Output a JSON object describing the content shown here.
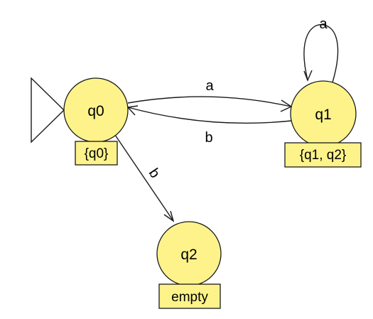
{
  "states": [
    {
      "id": "q0",
      "label": "q0",
      "set": "{q0}",
      "initial": true
    },
    {
      "id": "q1",
      "label": "q1",
      "set": "{q1, q2}",
      "initial": false
    },
    {
      "id": "q2",
      "label": "q2",
      "set": "empty",
      "initial": false
    }
  ],
  "transitions": [
    {
      "from": "q0",
      "to": "q1",
      "symbol": "a"
    },
    {
      "from": "q1",
      "to": "q0",
      "symbol": "b"
    },
    {
      "from": "q1",
      "to": "q1",
      "symbol": "a"
    },
    {
      "from": "q0",
      "to": "q2",
      "symbol": "b"
    }
  ],
  "colors": {
    "state_fill": "#fdf38a",
    "stroke": "#1a1a1a",
    "background": "#ffffff"
  }
}
